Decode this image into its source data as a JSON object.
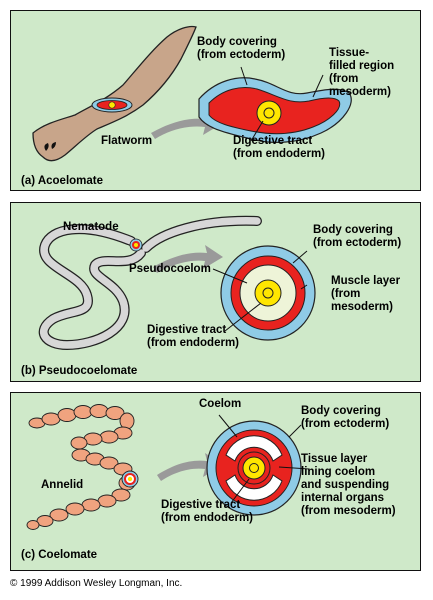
{
  "panels": {
    "acoelomate": {
      "caption": "(a) Acoelomate",
      "organism": "Flatworm",
      "labels": {
        "body_covering": "Body covering\n(from ectoderm)",
        "tissue": "Tissue-\nfilled region\n(from\nmesoderm)",
        "digestive": "Digestive tract\n(from endoderm)"
      }
    },
    "pseudocoelomate": {
      "caption": "(b) Pseudocoelomate",
      "organism": "Nematode",
      "labels": {
        "body_covering": "Body covering\n(from ectoderm)",
        "pseudocoelom": "Pseudocoelom",
        "muscle": "Muscle layer\n(from\nmesoderm)",
        "digestive": "Digestive tract\n(from endoderm)"
      }
    },
    "coelomate": {
      "caption": "(c) Coelomate",
      "organism": "Annelid",
      "labels": {
        "coelom": "Coelom",
        "body_covering": "Body covering\n(from ectoderm)",
        "tissue": "Tissue layer\nlining coelom\nand suspending\ninternal organs\n(from mesoderm)",
        "digestive": "Digestive tract\n(from endoderm)"
      }
    }
  },
  "colors": {
    "background": "#cfe9c9",
    "ectoderm": "#8fcbe6",
    "mesoderm": "#e8231f",
    "endoderm": "#ffe600",
    "pseudocoelom_fill": "#eef4d8",
    "worm_body": "#c8a58a",
    "nematode_body": "#d7d7d7",
    "annelid_body": "#f0a37f",
    "arrow": "#9a9a9a"
  },
  "copyright": "© 1999 Addison Wesley Longman, Inc."
}
